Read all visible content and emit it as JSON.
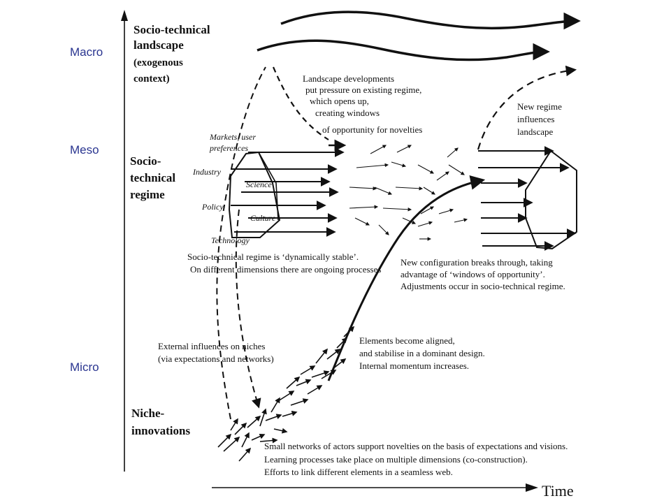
{
  "levels": {
    "macro": "Macro",
    "meso": "Meso",
    "micro": "Micro"
  },
  "landscape": {
    "line1": "Socio-technical",
    "line2": "landscape",
    "line3": "(exogenous",
    "line4": "context)"
  },
  "regime": {
    "line1": "Socio-",
    "line2": "technical",
    "line3": "regime"
  },
  "niche": {
    "line1": "Niche-",
    "line2": "innovations"
  },
  "time_label": "Time",
  "landscape_note": {
    "line1": "Landscape developments",
    "line2": "put pressure on existing regime,",
    "line3": "which opens up,",
    "line4": "creating windows",
    "line5": "of opportunity for novelties"
  },
  "new_regime_note": {
    "line1": "New regime",
    "line2": "influences",
    "line3": "landscape"
  },
  "dimensions": {
    "markets1": "Markets, user",
    "markets2": "preferences",
    "industry": "Industry",
    "science": "Science",
    "policy": "Policy",
    "culture": "Culture",
    "technology": "Technology"
  },
  "stable_note": {
    "line1": "Socio-technical regime  is ‘dynamically stable’.",
    "line2": "On different dimensions there are ongoing processes"
  },
  "breakthrough_note": {
    "line1": "New configuration breaks through, taking",
    "line2": "advantage of ‘windows of opportunity’.",
    "line3": "Adjustments occur in socio-technical regime."
  },
  "aligned_note": {
    "line1": "Elements become aligned,",
    "line2": "and stabilise in a dominant design.",
    "line3": "Internal momentum increases."
  },
  "external_note": {
    "line1": "External influences on niches",
    "line2": "(via expectations and networks)"
  },
  "small_networks_note": {
    "line1": "Small networks of actors support novelties on the basis of expectations and visions.",
    "line2": "Learning processes take place on multiple dimensions (co-construction).",
    "line3": "Efforts to link different elements in a seamless web."
  }
}
